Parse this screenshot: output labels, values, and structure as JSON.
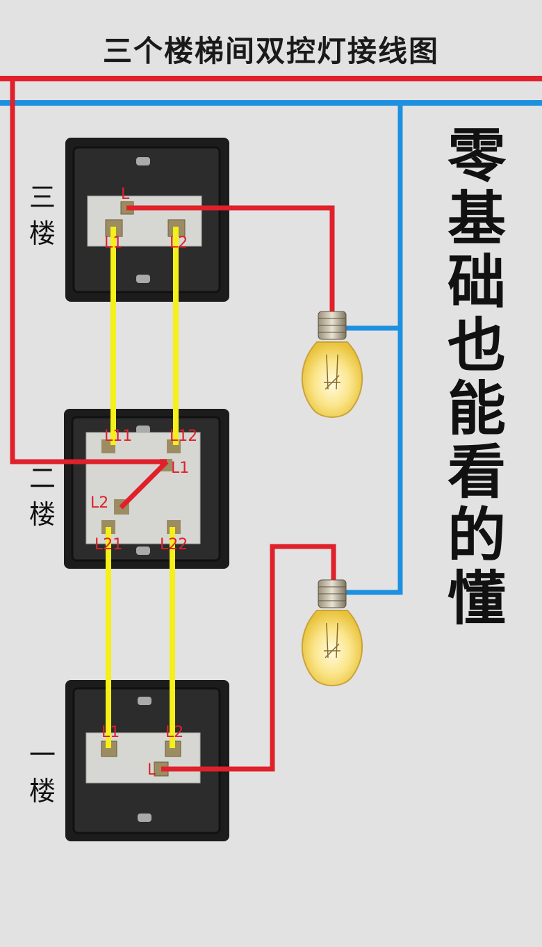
{
  "title": "三个楼梯间双控灯接线图",
  "slogan": [
    "零",
    "基",
    "础",
    "也",
    "能",
    "看",
    "的",
    "懂"
  ],
  "floors": {
    "third": [
      "三",
      "楼"
    ],
    "second": [
      "二",
      "楼"
    ],
    "first": [
      "一",
      "楼"
    ]
  },
  "terminals": {
    "third": {
      "common": "L",
      "l1": "L1",
      "l2": "L2"
    },
    "second": {
      "l11": "L11",
      "l12": "L12",
      "l1": "L1",
      "l2": "L2",
      "l21": "L21",
      "l22": "L22"
    },
    "first": {
      "l1": "L1",
      "l2": "L2",
      "common": "L"
    }
  },
  "wire_colors": {
    "live": "#e0202a",
    "neutral": "#1e90e0",
    "traveler": "#f5ef1a"
  }
}
